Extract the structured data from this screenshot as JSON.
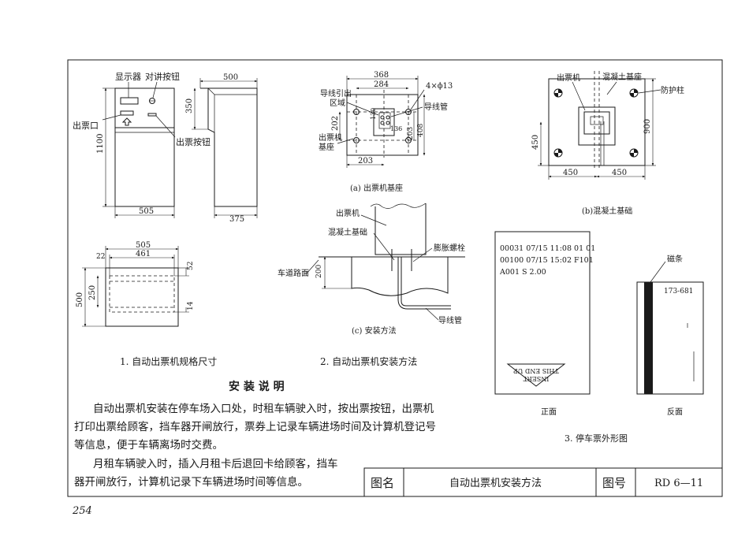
{
  "fig1": {
    "display_label": "显示器",
    "intercom_label": "对讲按钮",
    "exit_label": "出票口",
    "ticket_button_label": "出票按钮",
    "dim_500": "500",
    "dim_350": "350",
    "dim_1100": "1100",
    "dim_505": "505",
    "dim_375": "375",
    "plan_505": "505",
    "plan_461": "461",
    "plan_22": "22",
    "plan_52": "52",
    "plan_500": "500",
    "plan_250": "250",
    "plan_14": "14",
    "caption": "1. 自动出票机规格尺寸"
  },
  "fig2": {
    "dim_368": "368",
    "dim_284": "284",
    "dim_4phi13": "4×ϕ13",
    "lead_area_line1": "导线引出",
    "lead_area_line2": "区域",
    "conduit_label": "导线管",
    "dim_130": "130",
    "dim_136": "136",
    "dim_202": "202",
    "dim_203v": "203",
    "dim_408": "408",
    "base_label_line1": "出票机",
    "base_label_line2": "基座",
    "dim_203h": "203",
    "caption_a": "(a) 出票机基座",
    "machine_label": "出票机",
    "concrete_label": "混凝土基础",
    "bolt_label": "膨胀螺栓",
    "road_label": "车道路面",
    "dim_200": "200",
    "conduit_label_c": "导线管",
    "caption_c": "(c) 安装方法",
    "caption": "2. 自动出票机安装方法"
  },
  "fig_b": {
    "machine_label": "出票机",
    "concrete_base_label": "混凝土基座",
    "post_label": "防护柱",
    "dim_450v": "450",
    "dim_900": "900",
    "dim_450a": "450",
    "dim_450b": "450",
    "caption": "(b)混凝土基础"
  },
  "fig3": {
    "ticket_line1": "00031  07/15  11:08  01  01",
    "ticket_line2": "00100  07/15  15:02  F101",
    "ticket_line3": "A001  S 2.00",
    "insert_line1": "INSERT",
    "insert_line2": "THIS END UP",
    "front_label": "正面",
    "magstripe_label": "磁条",
    "card_number": "173-681",
    "back_label": "反面",
    "caption": "3. 停车票外形图"
  },
  "notes": {
    "title": "安 装 说 明",
    "para1_line1": "自动出票机安装在停车场入口处，时租车辆驶入时，按出票按钮，出票机",
    "para1_line2": "打印出票给顾客，挡车器开闸放行，票券上记录车辆进场时间及计算机登记号",
    "para1_line3": "等信息，便于车辆离场时交费。",
    "para2_line1": "月租车辆驶入时，插入月租卡后退回卡给顾客，挡车",
    "para2_line2": "器开闸放行，计算机记录下车辆进场时间等信息。"
  },
  "title_block": {
    "name_label": "图名",
    "name_value": "自动出票机安装方法",
    "number_label": "图号",
    "number_value": "RD 6—11"
  },
  "page_number": "254"
}
